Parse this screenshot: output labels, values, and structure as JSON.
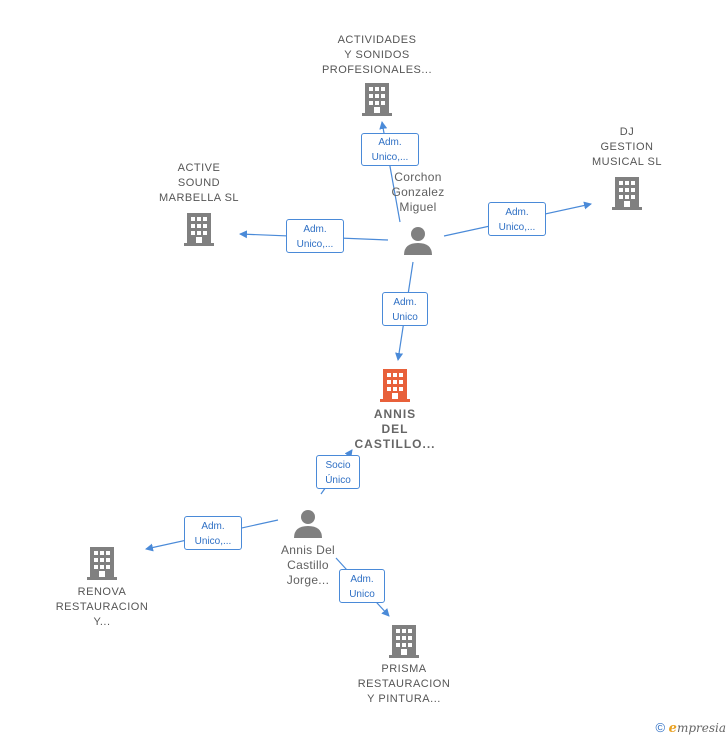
{
  "nodes": {
    "actividades": {
      "label": "ACTIVIDADES\nY SONIDOS\nPROFESIONALES..."
    },
    "active_sound": {
      "label": "ACTIVE\nSOUND\nMARBELLA  SL"
    },
    "dj_gestion": {
      "label": "DJ\nGESTION\nMUSICAL  SL"
    },
    "corchon": {
      "label": "Corchon\nGonzalez\nMiguel"
    },
    "annis_company": {
      "label": "ANNIS\nDEL\nCASTILLO..."
    },
    "annis_person": {
      "label": "Annis Del\nCastillo\nJorge..."
    },
    "renova": {
      "label": "RENOVA\nRESTAURACION\nY..."
    },
    "prisma": {
      "label": "PRISMA\nRESTAURACION\nY PINTURA..."
    }
  },
  "edges": {
    "e1": {
      "label": "Adm.\nUnico,..."
    },
    "e2": {
      "label": "Adm.\nUnico,..."
    },
    "e3": {
      "label": "Adm.\nUnico,..."
    },
    "e4": {
      "label": "Adm.\nUnico"
    },
    "e5": {
      "label": "Socio\nÚnico"
    },
    "e6": {
      "label": "Adm.\nUnico,..."
    },
    "e7": {
      "label": "Adm.\nUnico"
    }
  },
  "footer": {
    "copyright": "©",
    "brand_initial": "e",
    "brand_rest": "mpresia"
  },
  "colors": {
    "company": "#808080",
    "main_company": "#e8603a",
    "person": "#808080",
    "edge": "#4a8ad8"
  },
  "icons": {
    "company": "building-icon",
    "person": "person-icon"
  }
}
